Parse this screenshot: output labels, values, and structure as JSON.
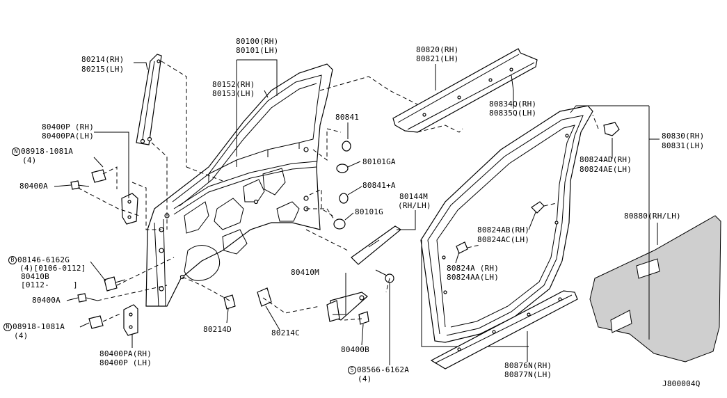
{
  "labels": {
    "p80100": "80100(RH)",
    "p80101": "80101(LH)",
    "p80214": "80214(RH)",
    "p80215": "80215(LH)",
    "p80152": "80152(RH)",
    "p80153": "80153(LH)",
    "p80820": "80820(RH)",
    "p80821": "80821(LH)",
    "p80834": "80834Q(RH)",
    "p80835": "80835Q(LH)",
    "p80841": "80841",
    "p80400p": "80400P (RH)",
    "p80400pa": "80400PA(LH)",
    "n08918a_code": "08918-1081A",
    "n08918a_qty": "(4)",
    "p80400a_top": "80400A",
    "p80101ga": "80101GA",
    "p80841a": "80841+A",
    "p80101g": "80101G",
    "p80144m": "80144M",
    "p80144m_side": "(RH/LH)",
    "p80830": "80830(RH)",
    "p80831": "80831(LH)",
    "p80824ad": "80824AD(RH)",
    "p80824ae": "80824AE(LH)",
    "p80880": "80880(RH/LH)",
    "b08146_code": "08146-6162G",
    "b08146_qty": "(4)[0106-0112]",
    "p80410b": "80410B",
    "p80410b_date": "[0112-     ]",
    "p80400a_bot": "80400A",
    "n08918b_code": "08918-1081A",
    "n08918b_qty": "(4)",
    "p80410m": "80410M",
    "p80824ab": "80824AB(RH)",
    "p80824ac": "80824AC(LH)",
    "p80824a": "80824A (RH)",
    "p80824aa": "80824AA(LH)",
    "p80214d": "80214D",
    "p80214c": "80214C",
    "p80400b": "80400B",
    "p80400pa_bot": "80400PA(RH)",
    "p80400p_bot": "80400P (LH)",
    "s08566_code": "08566-6162A",
    "s08566_qty": "(4)",
    "p80876n": "80876N(RH)",
    "p80877n": "80877N(LH)",
    "diagram_id": "J800004Q"
  },
  "symbols": {
    "n": "N",
    "b": "B",
    "s": "S"
  }
}
